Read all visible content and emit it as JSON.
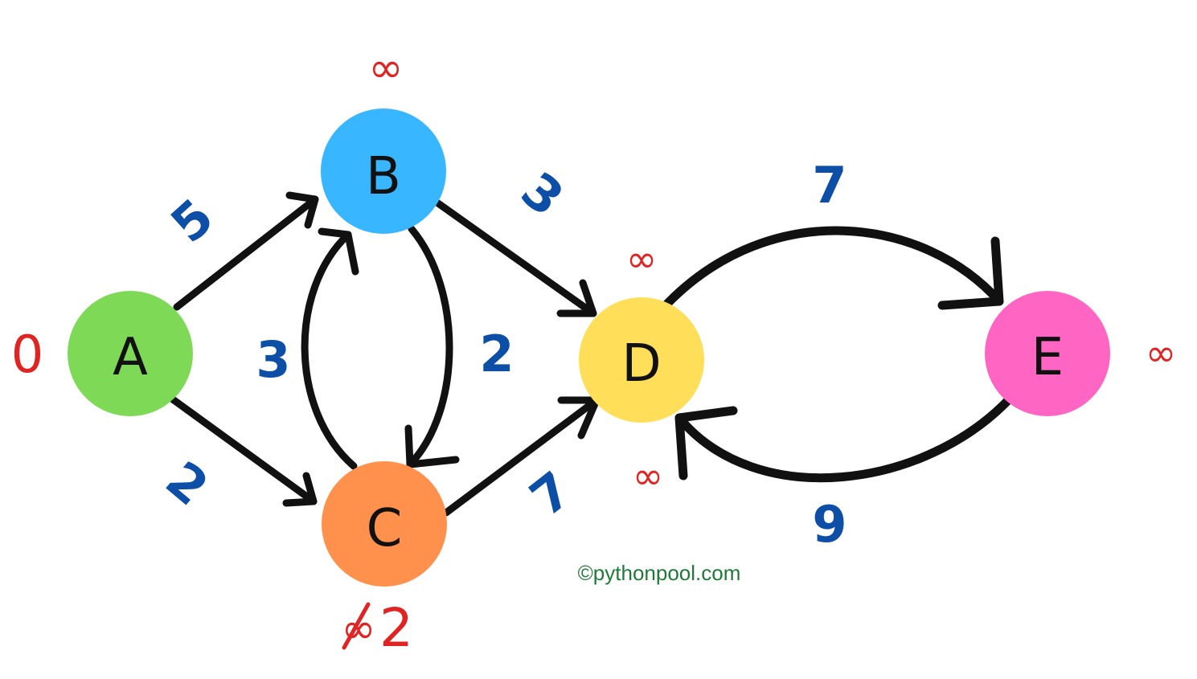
{
  "colors": {
    "edge": "#111111",
    "weight": "#0d4fa6",
    "distance": "#e02424",
    "credit": "#1f7a3a"
  },
  "nodes": [
    {
      "id": "A",
      "label": "A",
      "color": "#7ed957"
    },
    {
      "id": "B",
      "label": "B",
      "color": "#38b6ff"
    },
    {
      "id": "C",
      "label": "C",
      "color": "#ff914d"
    },
    {
      "id": "D",
      "label": "D",
      "color": "#ffde59"
    },
    {
      "id": "E",
      "label": "E",
      "color": "#ff66c4"
    }
  ],
  "edges": [
    {
      "from": "A",
      "to": "B",
      "weight": "5"
    },
    {
      "from": "A",
      "to": "C",
      "weight": "2"
    },
    {
      "from": "C",
      "to": "B",
      "weight": "3"
    },
    {
      "from": "B",
      "to": "C",
      "weight": "2"
    },
    {
      "from": "B",
      "to": "D",
      "weight": "3"
    },
    {
      "from": "C",
      "to": "D",
      "weight": "7"
    },
    {
      "from": "D",
      "to": "E",
      "weight": "7"
    },
    {
      "from": "E",
      "to": "D",
      "weight": "9"
    }
  ],
  "distances": {
    "A": "0",
    "B": "∞",
    "C_old": "∞",
    "C_new": "2",
    "D_top": "∞",
    "D_bottom": "∞",
    "E": "∞"
  },
  "credit": "©pythonpool.com"
}
